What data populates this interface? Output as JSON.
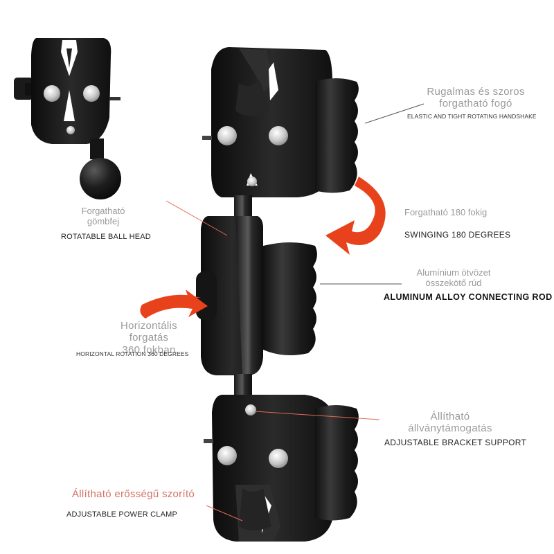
{
  "labels": {
    "grip_hu_1": "Rugalmas és szoros",
    "grip_hu_2": "forgatható fogó",
    "grip_en": "ELASTIC AND TIGHT ROTATING HANDSHAKE",
    "ball_hu_1": "Forgatható",
    "ball_hu_2": "gömbfej",
    "ball_en": "ROTATABLE BALL HEAD",
    "swing_hu": "Forgatható 180 fokig",
    "swing_en": "SWINGING 180 DEGREES",
    "rod_hu_1": "Alumínium ötvözet",
    "rod_hu_2": "összekötő rúd",
    "rod_en": "ALUMINUM ALLOY CONNECTING ROD",
    "horiz_hu_1": "Horizontális",
    "horiz_hu_2": "forgatás",
    "horiz_hu_3": "360 fokban",
    "horiz_en": "HORIZONTAL ROTATION 360 DEGREES",
    "bracket_hu_1": "Állítható",
    "bracket_hu_2": "állványtámogatás",
    "bracket_en": "ADJUSTABLE BRACKET SUPPORT",
    "clamp_hu": "Állítható erősségű szorító",
    "clamp_en": "ADJUSTABLE POWER CLAMP"
  },
  "colors": {
    "product_black": "#1a1a1a",
    "arrow_red": "#e8421c",
    "leader_red": "#e06a55",
    "leader_gray": "#555555"
  },
  "icons": [
    "swing-arrow-icon",
    "rotation-arrow-icon"
  ]
}
